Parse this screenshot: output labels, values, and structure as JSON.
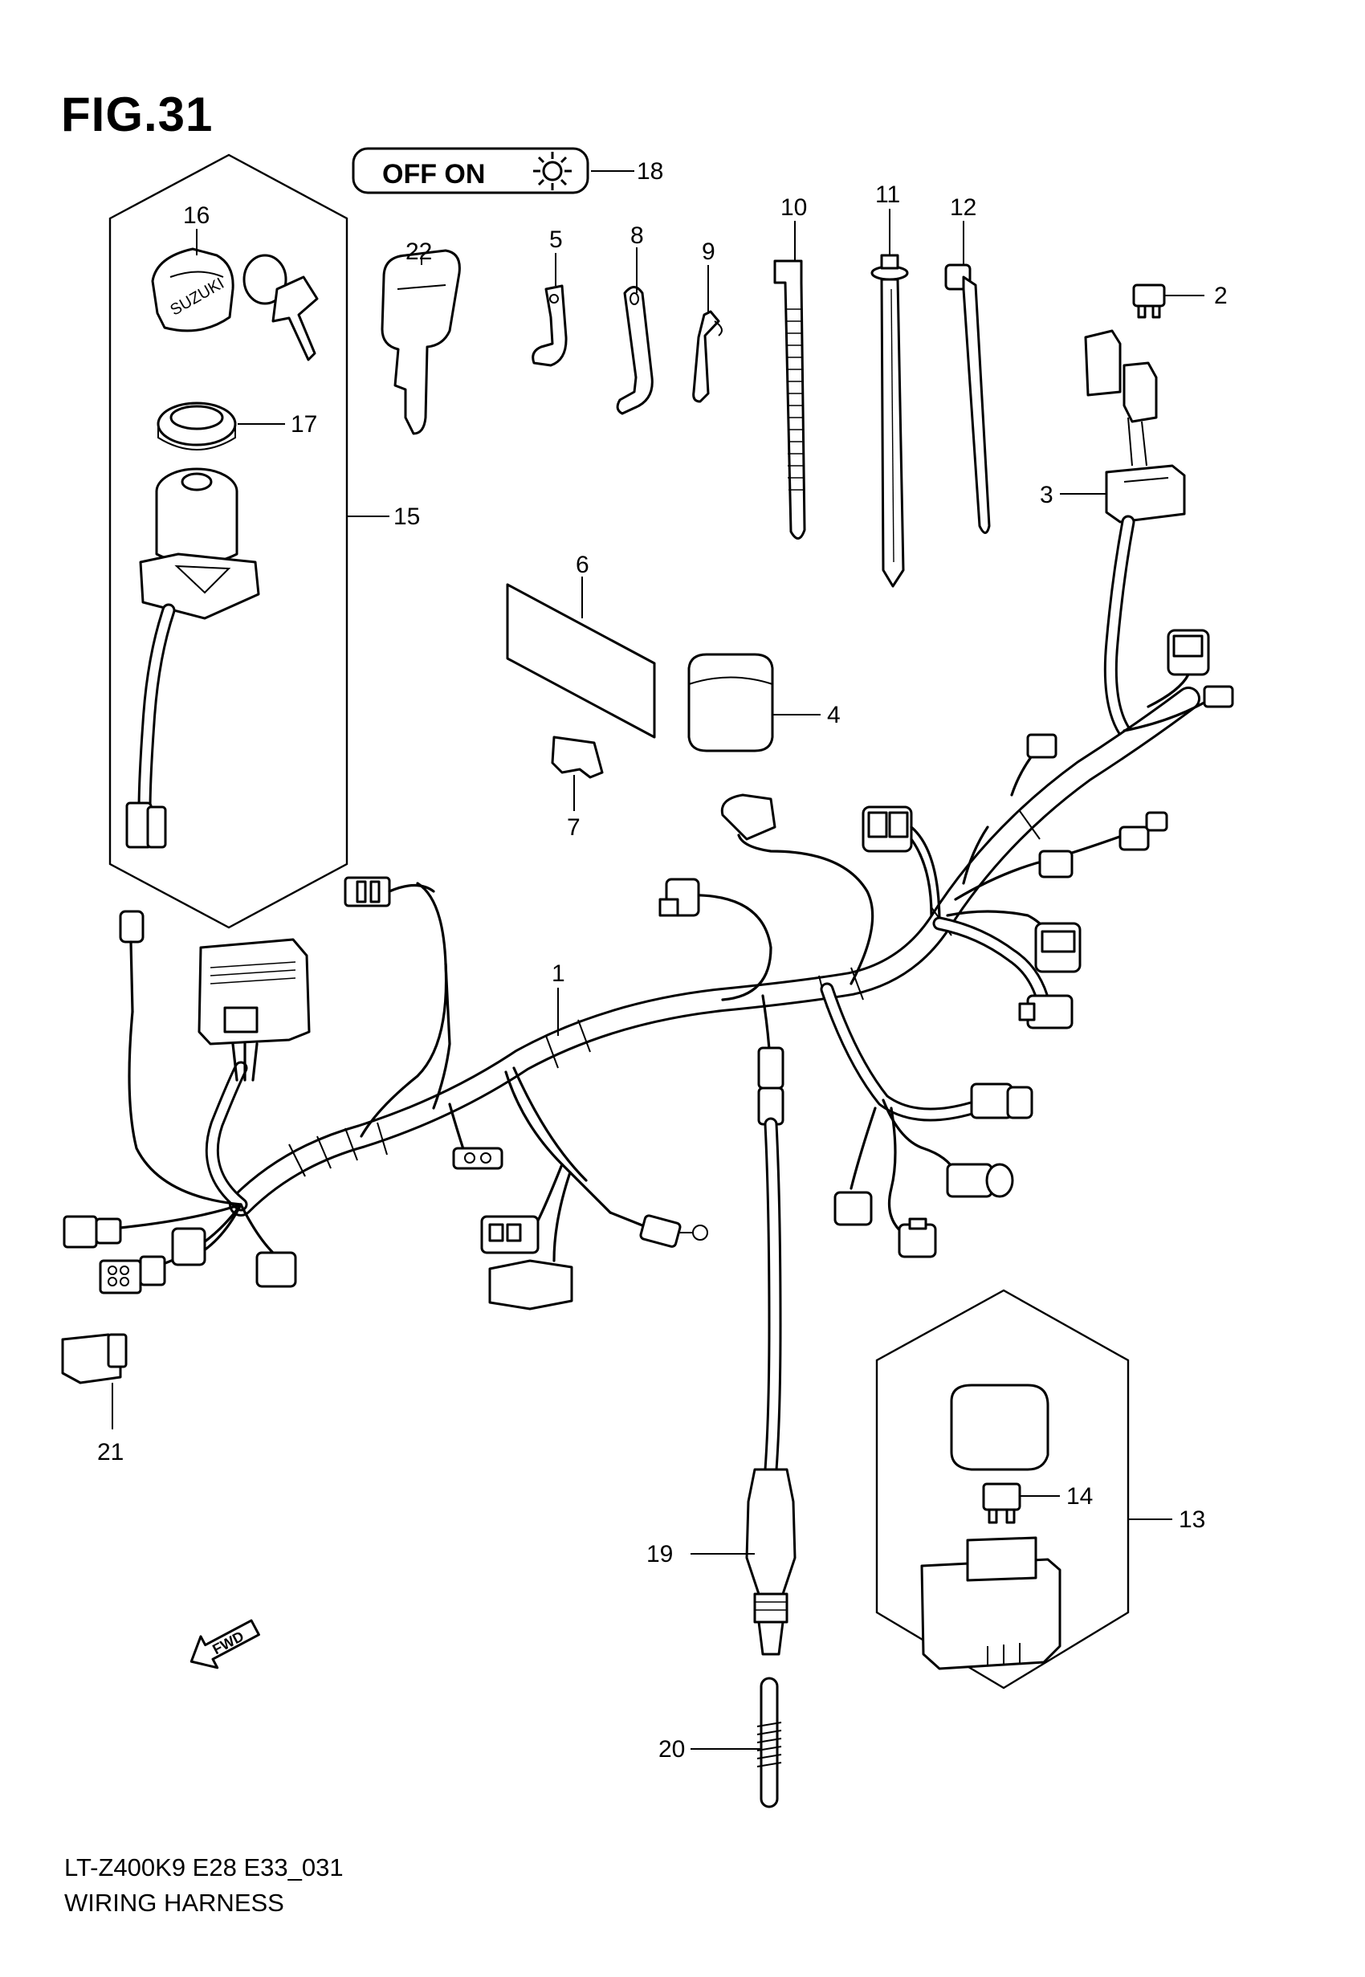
{
  "figure": {
    "title": "FIG.31",
    "model_code": "LT-Z400K9 E28 E33_031",
    "caption": "WIRING HARNESS"
  },
  "switch_label": {
    "text": "OFF ON"
  },
  "fwd_arrow": {
    "text": "FWD"
  },
  "key_brand": {
    "text": "SUZUKI"
  },
  "callouts": [
    {
      "id": "c1",
      "label": "1"
    },
    {
      "id": "c2",
      "label": "2"
    },
    {
      "id": "c3",
      "label": "3"
    },
    {
      "id": "c4",
      "label": "4"
    },
    {
      "id": "c5",
      "label": "5"
    },
    {
      "id": "c6",
      "label": "6"
    },
    {
      "id": "c7",
      "label": "7"
    },
    {
      "id": "c8",
      "label": "8"
    },
    {
      "id": "c9",
      "label": "9"
    },
    {
      "id": "c10",
      "label": "10"
    },
    {
      "id": "c11",
      "label": "11"
    },
    {
      "id": "c12",
      "label": "12"
    },
    {
      "id": "c13",
      "label": "13"
    },
    {
      "id": "c14",
      "label": "14"
    },
    {
      "id": "c15",
      "label": "15"
    },
    {
      "id": "c16",
      "label": "16"
    },
    {
      "id": "c17",
      "label": "17"
    },
    {
      "id": "c18",
      "label": "18"
    },
    {
      "id": "c19",
      "label": "19"
    },
    {
      "id": "c20",
      "label": "20"
    },
    {
      "id": "c21",
      "label": "21"
    },
    {
      "id": "c22",
      "label": "22"
    }
  ]
}
